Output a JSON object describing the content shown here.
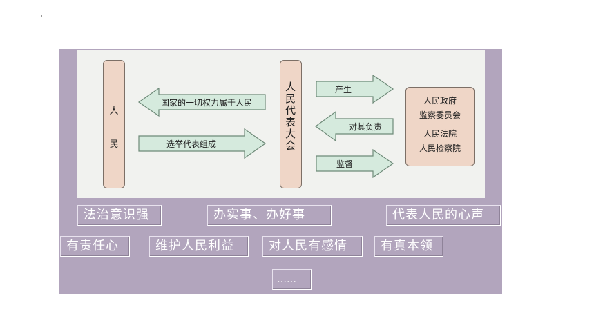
{
  "diagram": {
    "people_box": {
      "char1": "人",
      "char2": "民"
    },
    "congress_box": {
      "label": "人民代表大会"
    },
    "state_organs": [
      "人民政府",
      "监察委员会",
      "人民法院",
      "人民检察院"
    ],
    "arrows": {
      "power_belongs": "国家的一切权力属于人民",
      "elect": "选举代表组成",
      "produce": "产生",
      "responsible": "对其负责",
      "supervise": "监督"
    },
    "colors": {
      "arrow_fill": "#d5eadd",
      "box_fill": "#efd6c7",
      "panel": "#b2a5bd"
    }
  },
  "qualities": [
    "法治意识强",
    "办实事、办好事",
    "代表人民的心声",
    "有责任心",
    "维护人民利益",
    "对人民有感情",
    "有真本领",
    "……"
  ]
}
